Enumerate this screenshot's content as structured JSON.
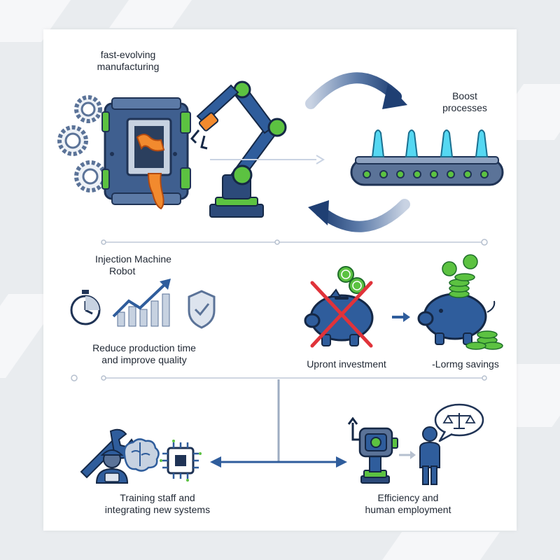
{
  "top": {
    "title_line1": "fast-evolving",
    "title_line2": "manufacturing",
    "boost_line1": "Boost",
    "boost_line2": "processes"
  },
  "middle": {
    "machine_line1": "Injection Machine",
    "machine_line2": "Robot",
    "reduce_line1": "Reduce production time",
    "reduce_line2": "and improve quality",
    "upfront_label": "Upront investment",
    "savings_label": "-Lormg savings"
  },
  "bottom": {
    "training_line1": "Training staff and",
    "training_line2": "integrating new systems",
    "efficiency_line1": "Efficiency and",
    "efficiency_line2": "human employment"
  },
  "icons": [
    "gear-icon",
    "injection-machine-icon",
    "robot-arm-icon",
    "cycle-arrows-icon",
    "conveyor-icon",
    "stopwatch-icon",
    "growth-chart-icon",
    "shield-check-icon",
    "piggy-bank-icon",
    "cross-icon",
    "coin-icon",
    "arrow-right-icon",
    "wrench-icon",
    "worker-icon",
    "brain-icon",
    "chip-icon",
    "robot-icon",
    "person-icon",
    "scales-icon",
    "speech-bubble-icon"
  ],
  "colors": {
    "navy": "#1f4e8c",
    "steel": "#5b7398",
    "green": "#5cc241",
    "orange": "#f28a2e",
    "cyan": "#55d8f2",
    "red": "#e0333a"
  }
}
